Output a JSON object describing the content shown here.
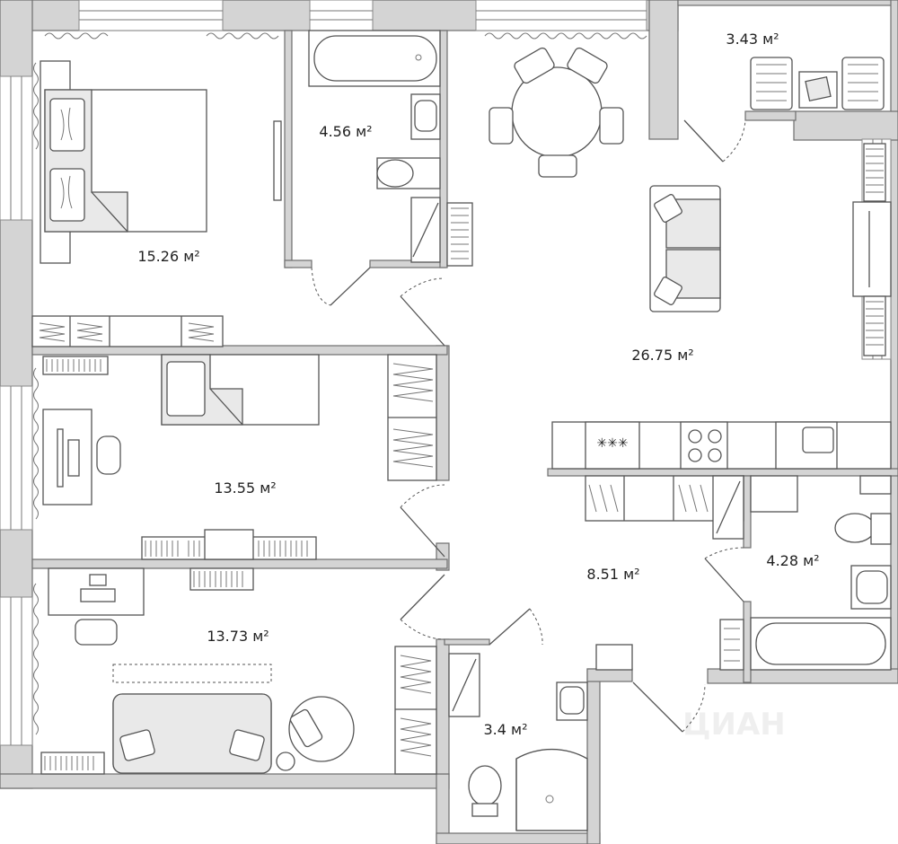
{
  "plan": {
    "rooms": [
      {
        "id": "bedroom-1",
        "area": "15.26 м²"
      },
      {
        "id": "bathroom-1",
        "area": "4.56 м²"
      },
      {
        "id": "balcony",
        "area": "3.43 м²"
      },
      {
        "id": "living-room",
        "area": "26.75 м²"
      },
      {
        "id": "bedroom-2",
        "area": "13.55 м²"
      },
      {
        "id": "hallway",
        "area": "8.51 м²"
      },
      {
        "id": "bathroom-2",
        "area": "4.28 м²"
      },
      {
        "id": "bedroom-3",
        "area": "13.73 м²"
      },
      {
        "id": "wc",
        "area": "3.4 м²"
      }
    ],
    "watermark": "ЦИАН",
    "colors": {
      "wall": "#d4d4d4",
      "line": "#555555",
      "background": "#ffffff"
    }
  }
}
